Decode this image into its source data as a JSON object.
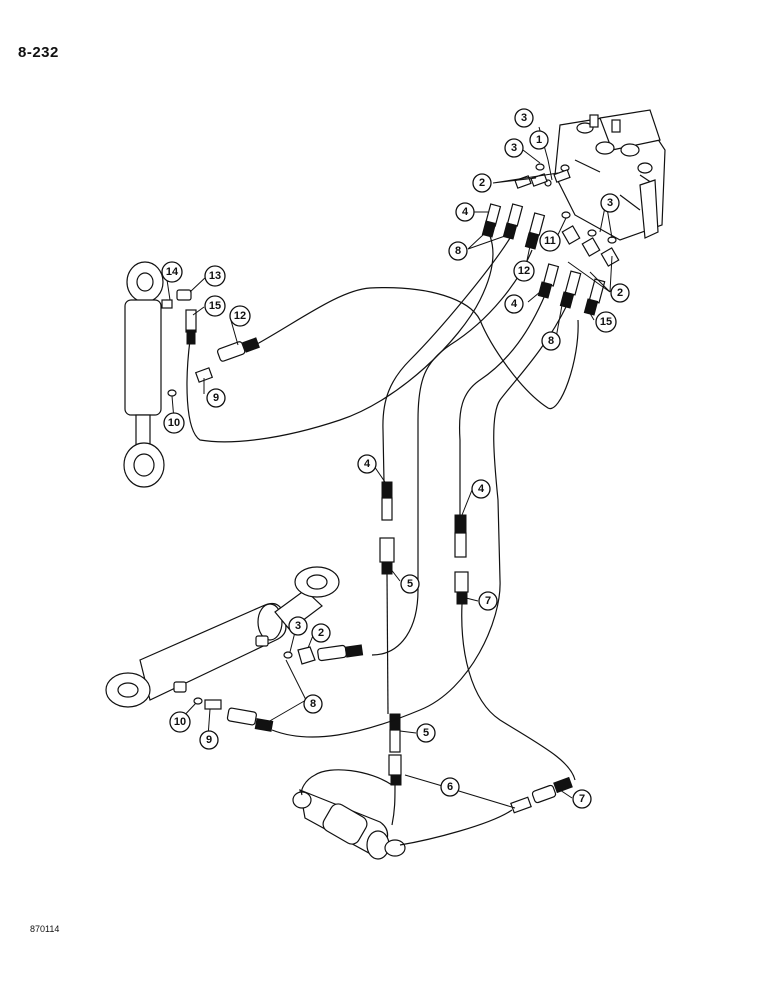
{
  "page": {
    "page_number": "8-232",
    "doc_code": "870114"
  },
  "callouts": {
    "c1": "1",
    "c2": "2",
    "c3": "3",
    "c4": "4",
    "c5": "5",
    "c6": "6",
    "c7": "7",
    "c8": "8",
    "c9": "9",
    "c10": "10",
    "c11": "11",
    "c12": "12",
    "c13": "13",
    "c14": "14",
    "c15": "15"
  }
}
